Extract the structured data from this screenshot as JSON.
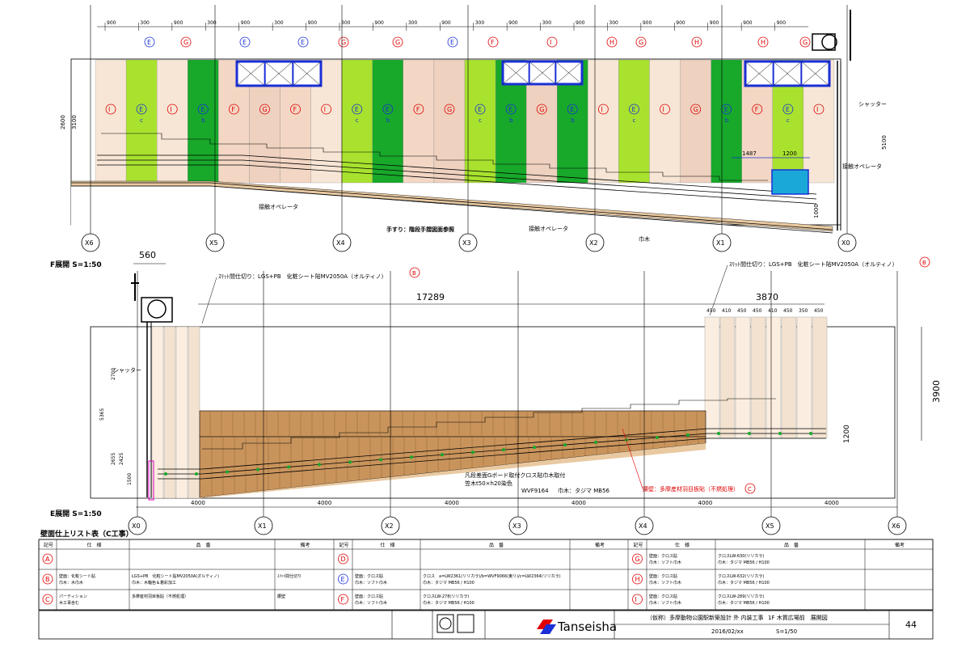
{
  "top_elevation": {
    "title": "F展開 S=1:50",
    "axes": [
      "X6",
      "X5",
      "X4",
      "X3",
      "X2",
      "X1",
      "X0"
    ],
    "width_dims": [
      "900",
      "300",
      "900",
      "300",
      "900",
      "300",
      "900",
      "300",
      "900",
      "300",
      "900",
      "300",
      "900",
      "300",
      "900",
      "300",
      "900",
      "900",
      "900",
      "900",
      "900"
    ],
    "panels": [
      {
        "marker": "I",
        "color": "#f7e6d6"
      },
      {
        "marker": "E",
        "sub": "c",
        "color": "#a8e22e"
      },
      {
        "marker": "I",
        "color": "#f7e6d6"
      },
      {
        "marker": "E",
        "sub": "b",
        "color": "#18a82a"
      },
      {
        "marker": "F",
        "color": "#f3d7c4"
      },
      {
        "marker": "G",
        "color": "#eed1bf"
      },
      {
        "marker": "F",
        "color": "#f3d7c4"
      },
      {
        "marker": "I",
        "color": "#f7e6d6"
      },
      {
        "marker": "E",
        "sub": "c",
        "color": "#a8e22e"
      },
      {
        "marker": "E",
        "sub": "b",
        "color": "#18a82a"
      },
      {
        "marker": "F",
        "color": "#f3d7c4"
      },
      {
        "marker": "G",
        "color": "#eed1bf"
      },
      {
        "marker": "E",
        "sub": "c",
        "color": "#a8e22e"
      },
      {
        "marker": "E",
        "sub": "b",
        "color": "#18a82a"
      },
      {
        "marker": "G",
        "color": "#eed1bf"
      },
      {
        "marker": "E",
        "sub": "b",
        "color": "#18a82a"
      },
      {
        "marker": "I",
        "color": "#f7e6d6"
      },
      {
        "marker": "E",
        "sub": "c",
        "color": "#a8e22e"
      },
      {
        "marker": "I",
        "color": "#f7e6d6"
      },
      {
        "marker": "G",
        "color": "#eed1bf"
      },
      {
        "marker": "E",
        "sub": "b",
        "color": "#18a82a"
      },
      {
        "marker": "F",
        "color": "#f3d7c4"
      },
      {
        "marker": "E",
        "sub": "c",
        "color": "#a8e22e"
      },
      {
        "marker": "I",
        "color": "#f7e6d6"
      }
    ],
    "labels": {
      "shutter": "シャッター",
      "operator1": "接触オペレータ",
      "operator2": "接触オペレータ",
      "operator3": "接触オペレータ",
      "handrail": "手すり：階段手摺図面参照",
      "baseboard": "巾木",
      "dim_1487": "1487",
      "dim_1200": "1200",
      "h_2600": "2600",
      "h_3100": "3100",
      "h_5100": "5100",
      "h_1000": "1000"
    },
    "top_markers": [
      "E",
      "G",
      "E",
      "E",
      "G",
      "G",
      "E",
      "F",
      "I",
      "H",
      "G",
      "H",
      "H",
      "G"
    ]
  },
  "bottom_elevation": {
    "title": "E展開 S=1:50",
    "axes": [
      "X0",
      "X1",
      "X2",
      "X3",
      "X4",
      "X5",
      "X6"
    ],
    "spacings": [
      "4000",
      "4000",
      "4000",
      "4000",
      "4000",
      "4000"
    ],
    "dim_560": "560",
    "dim_total": "17289",
    "dim_right": "3870",
    "height_right": "3900",
    "height_1200": "1200",
    "left_dims": [
      "5365",
      "2700",
      "2655",
      "2425",
      "1500"
    ],
    "slat_dims": [
      "450",
      "410",
      "450",
      "450",
      "410",
      "450",
      "350",
      "450"
    ],
    "note_left": "ｽﾘｯﾄ間仕切り：LGS+PB　化粧シート貼MV2050A（オルティノ）",
    "note_right": "ｽﾘｯﾄ間仕切り：LGS+PB　化粧シート貼MV2050A（オルティノ）",
    "note_marker": "B",
    "shutter": "シャッター",
    "board_note1": "凡段差面Gボード取付クロス貼巾木取付",
    "board_note2": "笠木t50×h20染色",
    "board_note3": "WVF9164",
    "baseboard_note": "巾木：タジマ MB56",
    "wall_note": "腰壁：多摩産材羽目板貼（不燃処理）",
    "wall_marker": "C"
  },
  "finish_table": {
    "title": "壁面仕上リスト表（C工事）",
    "headers": [
      "記号",
      "仕　様",
      "品　番",
      "備考",
      "記号",
      "仕　様",
      "品　番",
      "備考",
      "記号",
      "仕　様",
      "品　番",
      "備考"
    ],
    "rows": [
      [
        "A",
        "",
        "",
        "",
        "D",
        "",
        "",
        "",
        "G",
        "壁面：クロス貼\n巾木：ソフト巾木",
        "クロスLW-630(リリカラ)\n巾木：タジマ MB56 / H100",
        ""
      ],
      [
        "B",
        "壁面：化粧シート貼\n巾木：木巾木",
        "LGS+PB　化粧シート貼MV2050A(オルティノ)\n巾木：木軸色＆着彩加工",
        "ｽﾘｯﾄ間仕切り",
        "E",
        "壁面：クロス貼\n巾木：ソフト巾木",
        "クロス　a=LW2361(リリカラ)/b=WVF9066(東リ)/c=LW2364(リリカラ)\n巾木：タジマ MB56 / H100",
        "",
        "H",
        "壁面：クロス貼\n巾木：ソフト巾木",
        "クロスLW-632(リリカラ)\n巾木：タジマ MB56 / H100",
        ""
      ],
      [
        "C",
        "パーティション\n木工事含む",
        "多摩産材羽目板貼（不燃処理）",
        "腰壁",
        "F",
        "壁面：クロス貼\n巾木：ソフト巾木",
        "クロスLW-278(リリカラ)\n巾木：タジマ MB56 / H100",
        "",
        "I",
        "壁面：クロス貼\n巾木：ソフト巾木",
        "クロスLW-289(リリカラ)\n巾木：タジマ MB56 / H100",
        ""
      ]
    ]
  },
  "title_block": {
    "company": "Tanseisha",
    "project": "（仮称）多摩動物公園駅新築設計 外 内装工事",
    "drawing": "1F 木質広場前　展開図",
    "sheet_no": "44",
    "scale": "S=1/50",
    "date": "2016/02/xx"
  },
  "colors": {
    "line": "#000000",
    "marker_red": "#e00000",
    "marker_blue": "#1a2fd6",
    "wood": "#c9945c",
    "wood_light": "#e9c9a1",
    "green_dark": "#18a82a",
    "green_light": "#a8e22e",
    "beige": "#f7e6d6",
    "highlight_cyan": "#1aa8d8",
    "magenta": "#e000c0"
  }
}
